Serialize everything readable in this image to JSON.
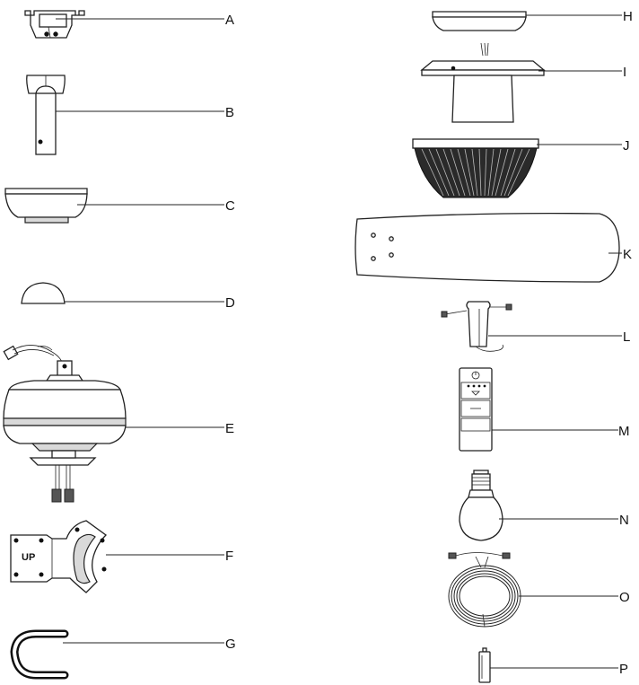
{
  "parts": [
    {
      "id": "A",
      "label": "A",
      "icon": "mounting-bracket-icon"
    },
    {
      "id": "B",
      "label": "B",
      "icon": "downrod-icon"
    },
    {
      "id": "C",
      "label": "C",
      "icon": "canopy-icon"
    },
    {
      "id": "D",
      "label": "D",
      "icon": "coupling-cover-icon"
    },
    {
      "id": "E",
      "label": "E",
      "icon": "motor-assembly-icon"
    },
    {
      "id": "F",
      "label": "F",
      "icon": "blade-arm-icon"
    },
    {
      "id": "G",
      "label": "G",
      "icon": "blade-arm-gasket-icon"
    },
    {
      "id": "H",
      "label": "H",
      "icon": "light-kit-cap-icon"
    },
    {
      "id": "I",
      "label": "I",
      "icon": "switch-housing-icon"
    },
    {
      "id": "J",
      "label": "J",
      "icon": "light-shade-icon"
    },
    {
      "id": "K",
      "label": "K",
      "icon": "fan-blade-icon"
    },
    {
      "id": "L",
      "label": "L",
      "icon": "receiver-icon"
    },
    {
      "id": "M",
      "label": "M",
      "icon": "remote-control-icon"
    },
    {
      "id": "N",
      "label": "N",
      "icon": "light-bulb-icon"
    },
    {
      "id": "O",
      "label": "O",
      "icon": "wire-coil-icon"
    },
    {
      "id": "P",
      "label": "P",
      "icon": "battery-icon"
    }
  ],
  "blade_arm_text": "UP"
}
